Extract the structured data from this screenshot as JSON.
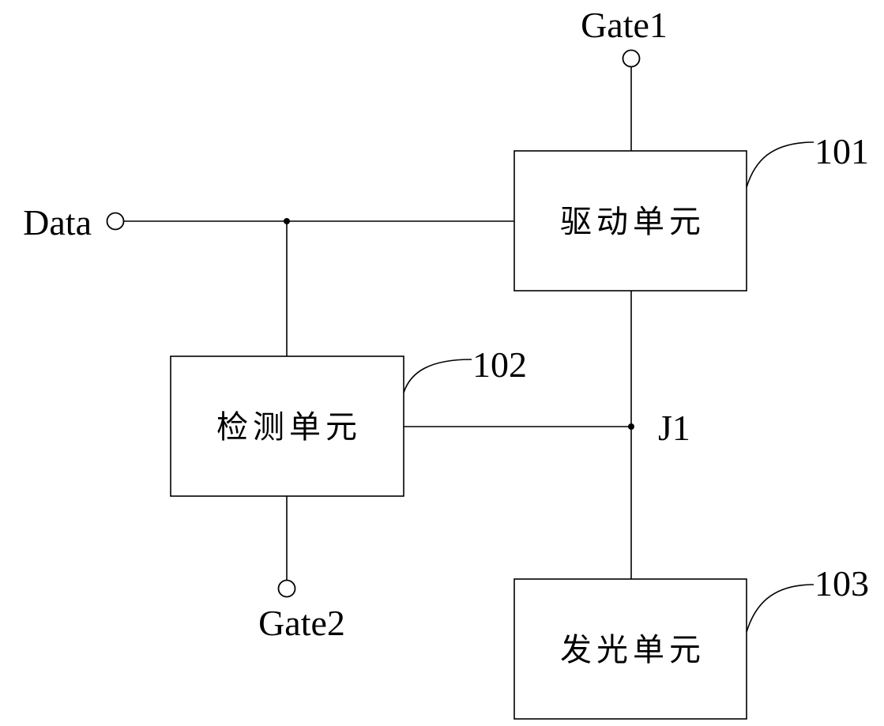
{
  "terminals": {
    "data": "Data",
    "gate1": "Gate1",
    "gate2": "Gate2"
  },
  "node": {
    "j1": "J1"
  },
  "units": {
    "drive": {
      "label": "驱动单元",
      "ref": "101"
    },
    "detect": {
      "label": "检测单元",
      "ref": "102"
    },
    "emit": {
      "label": "发光单元",
      "ref": "103"
    }
  }
}
